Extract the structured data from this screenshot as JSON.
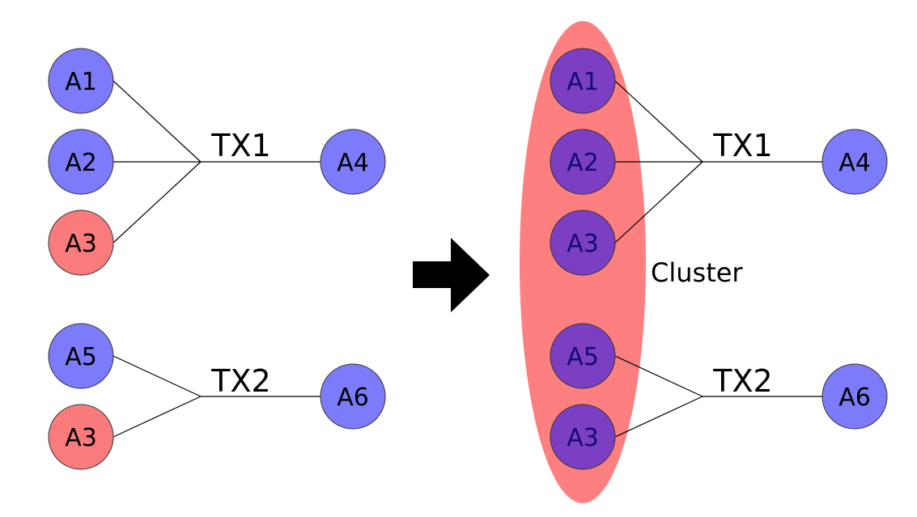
{
  "colors": {
    "node_blue": "#7b7bfb",
    "node_red": "#fa7b7b",
    "node_purple": "#7c3fc4",
    "cluster_fill": "#fd7f7f",
    "edge": "#000000",
    "label_dark": "#000000",
    "label_purple_node": "#120a74",
    "arrow": "#000000"
  },
  "left": {
    "tx1": {
      "label": "TX1",
      "inputs": [
        {
          "label": "A1",
          "color": "blue"
        },
        {
          "label": "A2",
          "color": "blue"
        },
        {
          "label": "A3",
          "color": "red"
        }
      ],
      "output": {
        "label": "A4",
        "color": "blue"
      }
    },
    "tx2": {
      "label": "TX2",
      "inputs": [
        {
          "label": "A5",
          "color": "blue"
        },
        {
          "label": "A3",
          "color": "red"
        }
      ],
      "output": {
        "label": "A6",
        "color": "blue"
      }
    }
  },
  "right": {
    "cluster_label": "Cluster",
    "tx1": {
      "label": "TX1",
      "inputs": [
        {
          "label": "A1",
          "color": "purple"
        },
        {
          "label": "A2",
          "color": "purple"
        },
        {
          "label": "A3",
          "color": "purple"
        }
      ],
      "output": {
        "label": "A4",
        "color": "blue"
      }
    },
    "tx2": {
      "label": "TX2",
      "inputs": [
        {
          "label": "A5",
          "color": "purple"
        },
        {
          "label": "A3",
          "color": "purple"
        }
      ],
      "output": {
        "label": "A6",
        "color": "blue"
      }
    }
  },
  "arrow_icon": "right-arrow-icon"
}
